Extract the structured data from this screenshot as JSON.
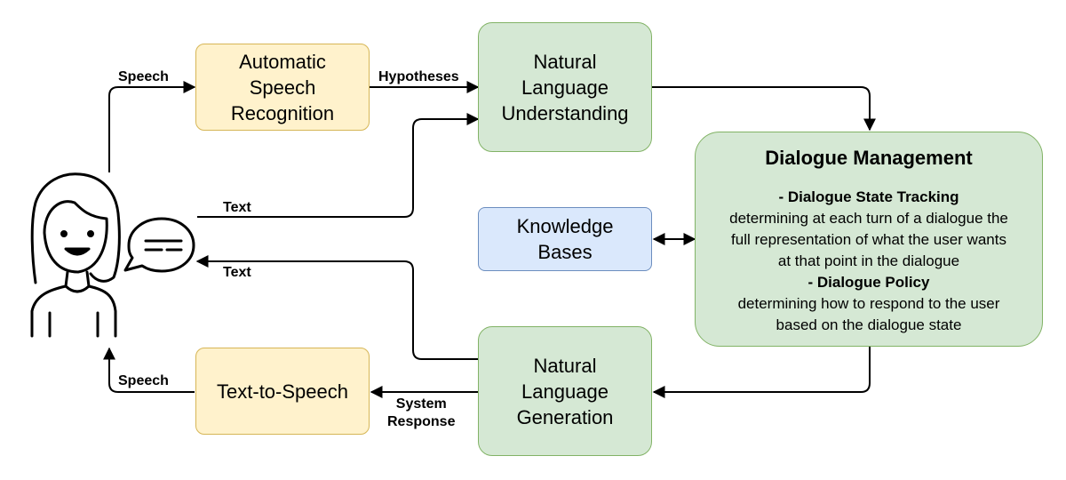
{
  "nodes": {
    "asr": "Automatic\nSpeech\nRecognition",
    "nlu": "Natural\nLanguage\nUnderstanding",
    "kb": "Knowledge\nBases",
    "nlg": "Natural\nLanguage\nGeneration",
    "tts": "Text-to-Speech"
  },
  "dialogue_management": {
    "title": "Dialogue Management",
    "state_tracking_heading": "- Dialogue State Tracking",
    "state_tracking_lines": [
      "determining at each turn of a dialogue the",
      "full representation of what the user wants",
      "at that point in the dialogue"
    ],
    "policy_heading": "- Dialogue Policy",
    "policy_lines": [
      "determining how to respond to the user",
      "based on the dialogue state"
    ]
  },
  "edge_labels": {
    "speech_in": "Speech",
    "hypotheses": "Hypotheses",
    "text_in": "Text",
    "text_out": "Text",
    "speech_out": "Speech",
    "system_response": "System\nResponse"
  },
  "colors": {
    "process_fill": "#fff2cc",
    "process_border": "#d6b656",
    "nlp_fill": "#d5e8d4",
    "nlp_border": "#82b366",
    "kb_fill": "#dae8fc",
    "kb_border": "#6c8ebf",
    "edge": "#000000"
  },
  "icons": {
    "user": "woman-user-icon",
    "speech_bubble": "speech-bubble-icon"
  }
}
